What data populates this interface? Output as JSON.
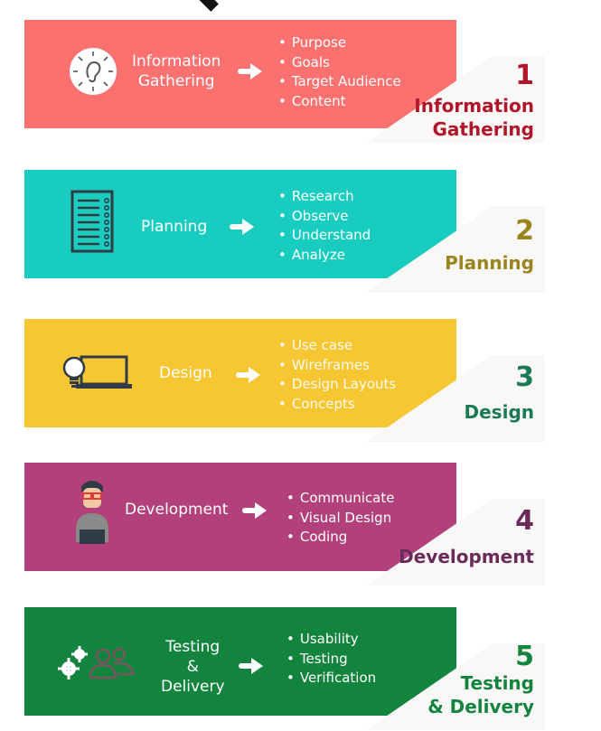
{
  "stages": [
    {
      "title": "Information\nGathering",
      "bullets": [
        "Purpose",
        "Goals",
        "Target Audience",
        "Content"
      ],
      "number": "1",
      "label": "Information\nGathering",
      "band_color": "#fa7170",
      "label_color": "#b0162a",
      "icon": "ear-radiating-icon"
    },
    {
      "title": "Planning",
      "bullets": [
        "Research",
        "Observe",
        "Understand",
        "Analyze"
      ],
      "number": "2",
      "label": "Planning",
      "band_color": "#18cdbf",
      "label_color": "#9a8420",
      "icon": "checklist-document-icon"
    },
    {
      "title": "Design",
      "bullets": [
        "Use case",
        "Wireframes",
        "Design Layouts",
        "Concepts"
      ],
      "number": "3",
      "label": "Design",
      "band_color": "#f7c633",
      "label_color": "#1b7a55",
      "icon": "lightbulb-laptop-icon"
    },
    {
      "title": "Development",
      "bullets": [
        "Communicate",
        "Visual Design",
        "Coding"
      ],
      "number": "4",
      "label": "Development",
      "band_color": "#b2407a",
      "label_color": "#6b2b5a",
      "icon": "developer-avatar-icon"
    },
    {
      "title": "Testing\n&\nDelivery",
      "bullets": [
        "Usability",
        "Testing",
        "Verification"
      ],
      "number": "5",
      "label": "Testing\n& Delivery",
      "band_color": "#12843d",
      "label_color": "#12843d",
      "icon": "gears-users-icon"
    }
  ]
}
